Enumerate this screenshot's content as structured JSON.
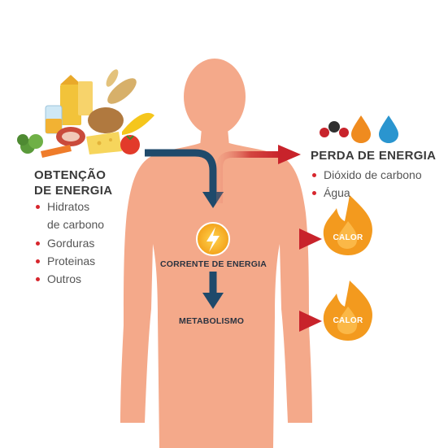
{
  "left_panel": {
    "heading_line1": "OBTENÇÃO",
    "heading_line2": "DE ENERGIA",
    "items": [
      {
        "text": "Hidratos"
      },
      {
        "text": "de carbono"
      },
      {
        "text": "Gorduras"
      },
      {
        "text": "Proteinas"
      },
      {
        "text": "Outros"
      }
    ]
  },
  "right_panel": {
    "heading": "PERDA DE ENERGIA",
    "items": [
      {
        "text": "Dióxido de carbono"
      },
      {
        "text": "Água"
      }
    ]
  },
  "flow": {
    "energy_stream_label": "CORRENTE DE ENERGIA",
    "metabolism_label": "METABOLISMO"
  },
  "heat": {
    "top_label": "CALOR",
    "bottom_label": "CALOR"
  },
  "colors": {
    "body": "#f4a98a",
    "dark_arrow": "#1f4a6b",
    "red_arrow": "#c8232b",
    "flame": "#f39a1e",
    "bullet": "#d7262d",
    "water_drop": "#2a95cf",
    "orange_drop": "#ef8b1f"
  },
  "icons": {
    "food": "food-group-icon",
    "molecule": "molecule-icon",
    "bolt": "lightning-bolt-icon",
    "flame": "flame-icon",
    "drop": "drop-icon"
  }
}
